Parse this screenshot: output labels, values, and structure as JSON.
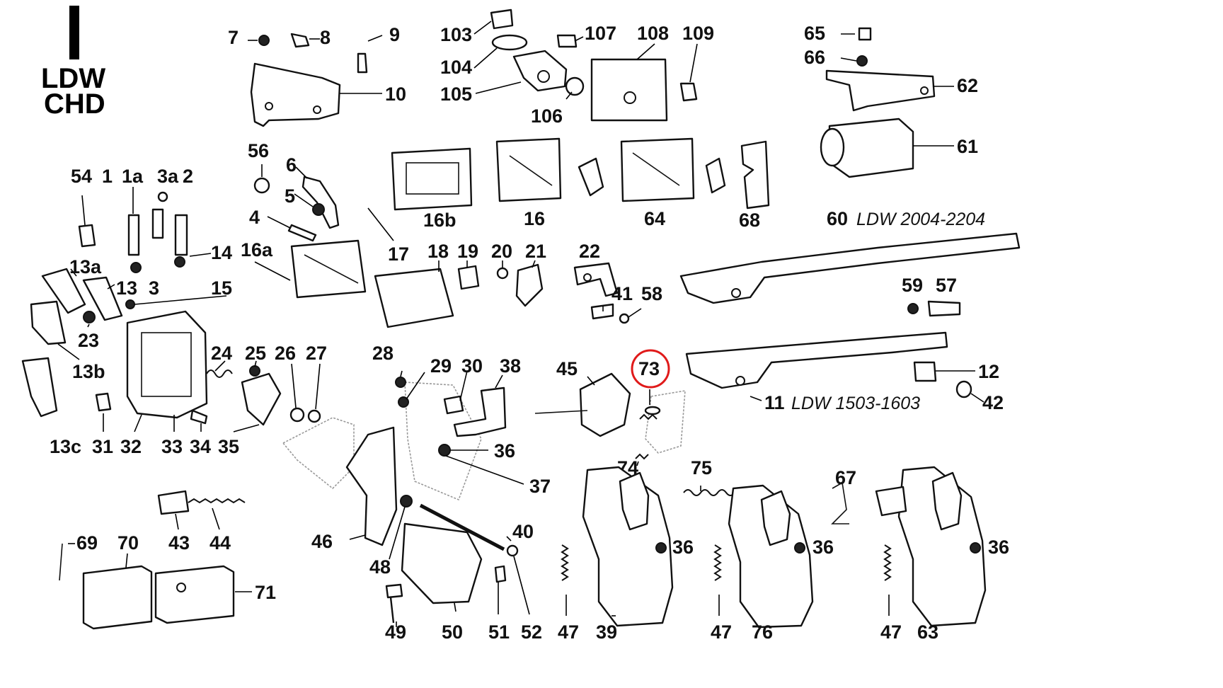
{
  "header": {
    "roman": "I",
    "models": [
      "LDW",
      "CHD"
    ]
  },
  "highlight": {
    "label": "73",
    "color": "#e01a1a"
  },
  "variants": {
    "v60": "LDW 2004-2204",
    "v11": "LDW 1503-1603"
  },
  "callouts": {
    "c7": "7",
    "c8": "8",
    "c9": "9",
    "c10": "10",
    "c103": "103",
    "c104": "104",
    "c105": "105",
    "c106": "106",
    "c107": "107",
    "c108": "108",
    "c109": "109",
    "c65": "65",
    "c66": "66",
    "c62": "62",
    "c61": "61",
    "c56": "56",
    "c6": "6",
    "c5": "5",
    "c4": "4",
    "c17": "17",
    "c16b": "16b",
    "c16": "16",
    "c64": "64",
    "c68": "68",
    "c54": "54",
    "c1": "1",
    "c1a": "1a",
    "c3a": "3a",
    "c2": "2",
    "c14": "14",
    "c16a": "16a",
    "c13a": "13a",
    "c13": "13",
    "c3": "3",
    "c15": "15",
    "c23": "23",
    "c13b": "13b",
    "c13c": "13c",
    "c18": "18",
    "c19": "19",
    "c20": "20",
    "c21": "21",
    "c22": "22",
    "c41": "41",
    "c58": "58",
    "c60": "60",
    "c59": "59",
    "c57": "57",
    "c12": "12",
    "c42": "42",
    "c11": "11",
    "c24": "24",
    "c25": "25",
    "c26": "26",
    "c27": "27",
    "c31": "31",
    "c32": "32",
    "c33": "33",
    "c34": "34",
    "c35": "35",
    "c28": "28",
    "c29": "29",
    "c30": "30",
    "c38": "38",
    "c36a": "36",
    "c37": "37",
    "c45": "45",
    "c73": "73",
    "c74": "74",
    "c75": "75",
    "c67": "67",
    "c43": "43",
    "c44": "44",
    "c46": "46",
    "c40": "40",
    "c48": "48",
    "c49": "49",
    "c50": "50",
    "c51": "51",
    "c52": "52",
    "c69": "69",
    "c70": "70",
    "c71": "71",
    "c47a": "47",
    "c39": "39",
    "c36b": "36",
    "c47b": "47",
    "c76": "76",
    "c36c": "36",
    "c47c": "47",
    "c63": "63",
    "c36d": "36"
  }
}
